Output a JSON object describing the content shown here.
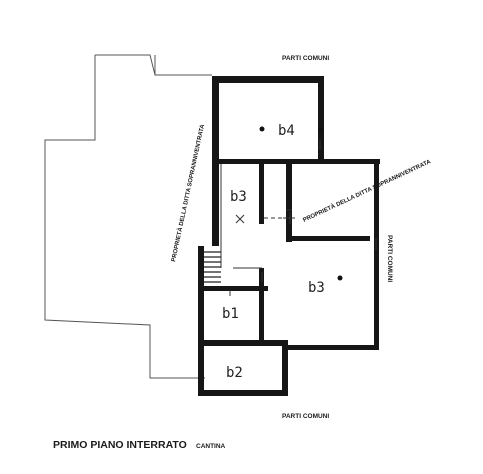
{
  "title": "PRIMO PIANO INTERRATO",
  "subtitle": "CANTINA",
  "neighbor_labels": {
    "top": "PARTI COMUNI",
    "bottom": "PARTI COMUNI",
    "right": "PARTI COMUNI",
    "left": "PROPRIETÀ DELLA DITTA SOPRANNIVENTRATA",
    "inner": "PROPRIETÀ DELLA DITTA SOPRANNIVENTRATA"
  },
  "rooms": {
    "b4": "b4",
    "b3_left": "b3",
    "b3_right": "b3",
    "b1": "b1",
    "b2": "b2"
  },
  "colors": {
    "wall": "#161616",
    "line": "#333333",
    "paper": "#ffffff"
  }
}
